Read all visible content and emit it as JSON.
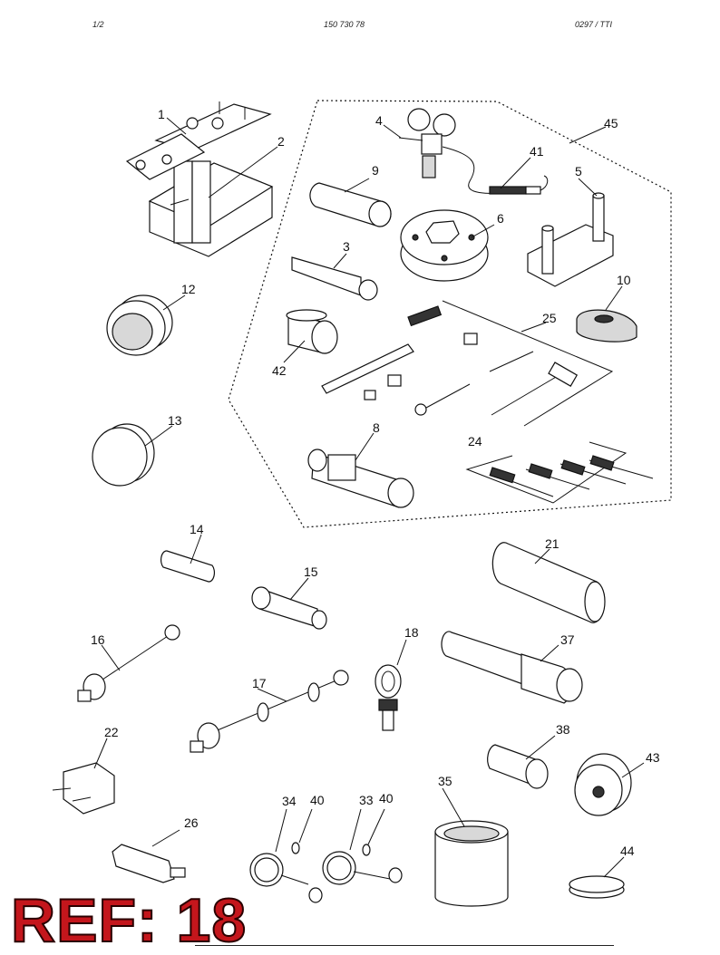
{
  "header": {
    "page": "1/2",
    "reference_number": "150 730 78",
    "code": "0297  /  TTI"
  },
  "ref_label": "REF: 18",
  "callouts": {
    "c1": "1",
    "c2": "2",
    "c3": "3",
    "c4": "4",
    "c5": "5",
    "c6": "6",
    "c8": "8",
    "c9": "9",
    "c10": "10",
    "c12": "12",
    "c13": "13",
    "c14": "14",
    "c15": "15",
    "c16": "16",
    "c17": "17",
    "c18": "18",
    "c21": "21",
    "c22": "22",
    "c24": "24",
    "c25": "25",
    "c26": "26",
    "c33": "33",
    "c34": "34",
    "c35": "35",
    "c37": "37",
    "c38": "38",
    "c40a": "40",
    "c40b": "40",
    "c41": "41",
    "c42": "42",
    "c43": "43",
    "c44": "44",
    "c45": "45"
  }
}
